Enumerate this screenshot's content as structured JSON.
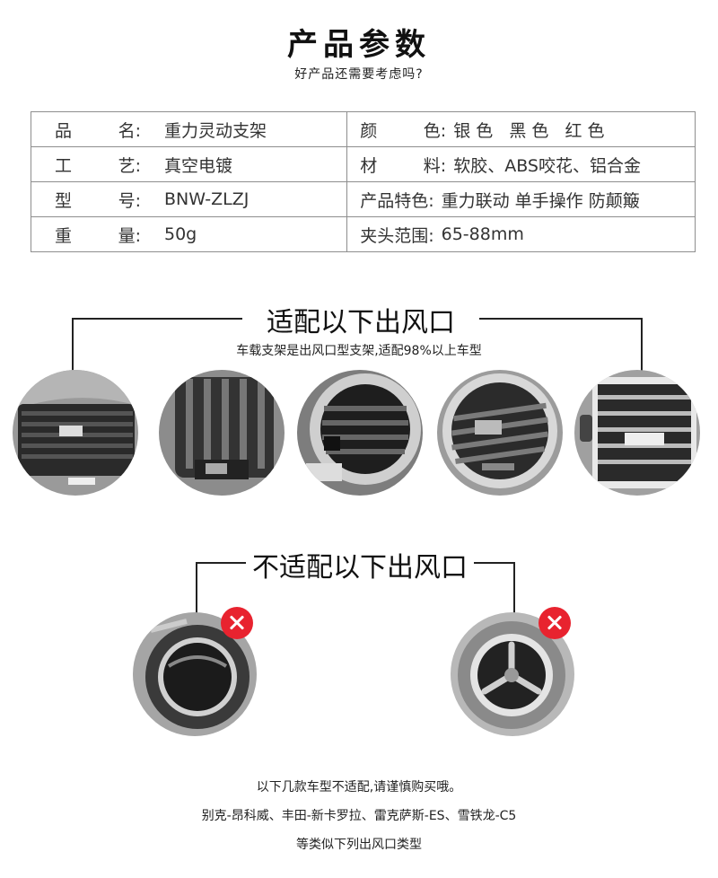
{
  "header": {
    "title": "产品参数",
    "subtitle": "好产品还需要考虑吗?"
  },
  "specs": [
    {
      "label_a": "品",
      "label_b": "名:",
      "value": "重力灵动支架",
      "label_r_a": "颜",
      "label_r_b": "色:",
      "value_r": "银 色   黑 色   红 色"
    },
    {
      "label_a": "工",
      "label_b": "艺:",
      "value": "真空电镀",
      "label_r_a": "材",
      "label_r_b": "料:",
      "value_r": "软胶、ABS咬花、铝合金"
    },
    {
      "label_a": "型",
      "label_b": "号:",
      "value": "BNW-ZLZJ",
      "label_r": "产品特色:",
      "value_r": "重力联动 单手操作 防颠簸"
    },
    {
      "label_a": "重",
      "label_b": "量:",
      "value": "50g",
      "label_r": "夹头范围:",
      "value_r": "65-88mm"
    }
  ],
  "compatible": {
    "title": "适配以下出风口",
    "subtitle": "车载支架是出风口型支架,适配98%以上车型"
  },
  "incompatible": {
    "title": "不适配以下出风口",
    "note_1": "以下几款车型不适配,请谨慎购买哦。",
    "note_2": "别克-昂科威、丰田-新卡罗拉、雷克萨斯-ES、雪铁龙-C5",
    "note_3": "等类似下列出风口类型"
  },
  "colors": {
    "warning_red": "#e8232f",
    "line": "#222222",
    "table_border": "#8e8e8e"
  }
}
